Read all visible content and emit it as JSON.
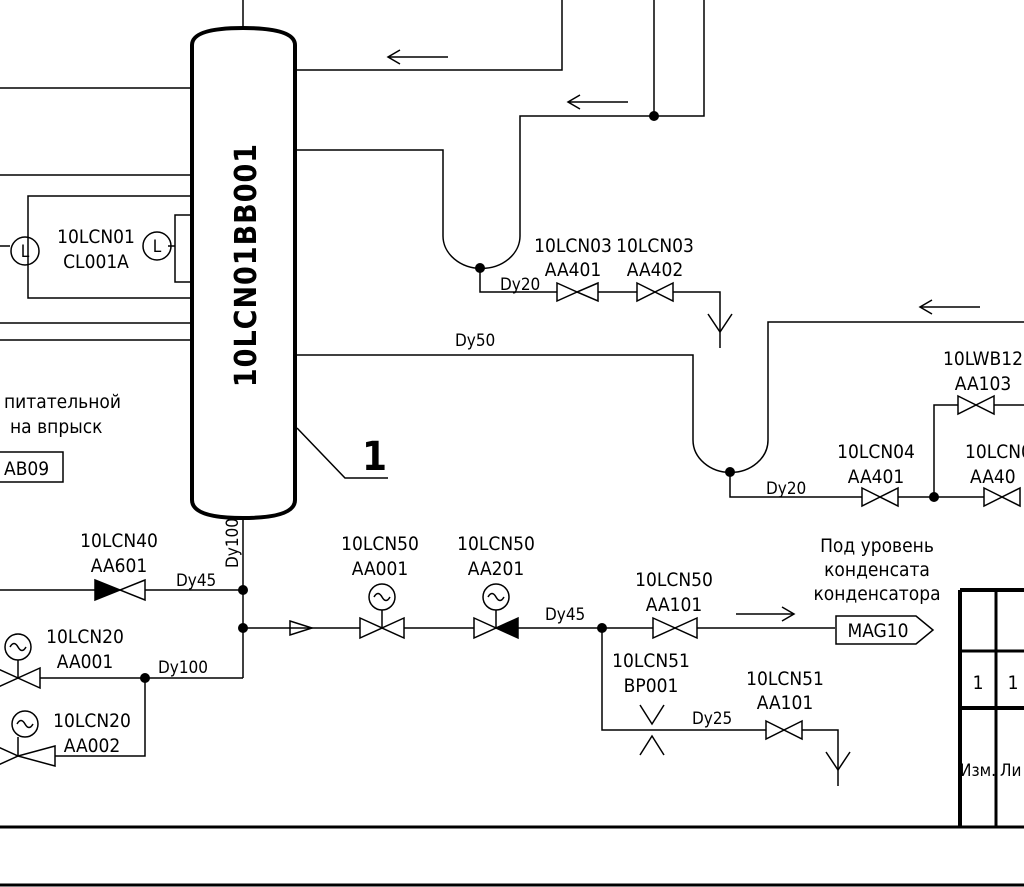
{
  "vessel": {
    "tag": "10LCN01BB001",
    "callout": "1"
  },
  "level_sensor": {
    "line1": "10LCN01",
    "line2": "CL001A"
  },
  "left_notes": {
    "line1": "питательной",
    "line2": "на впрыск",
    "box": "AB09"
  },
  "valves": {
    "lcn03_aa401": {
      "line1": "10LCN03",
      "line2": "AA401"
    },
    "lcn03_aa402": {
      "line1": "10LCN03",
      "line2": "AA402"
    },
    "lwb12_aa103": {
      "line1": "10LWB12",
      "line2": "AA103"
    },
    "lcn04_aa401": {
      "line1": "10LCN04",
      "line2": "AA401"
    },
    "lcn04_partial": {
      "line1": "10LCN0",
      "line2": "AA40"
    },
    "lcn40_aa601": {
      "line1": "10LCN40",
      "line2": "AA601"
    },
    "lcn50_aa001": {
      "line1": "10LCN50",
      "line2": "AA001"
    },
    "lcn50_aa201": {
      "line1": "10LCN50",
      "line2": "AA201"
    },
    "lcn50_aa101": {
      "line1": "10LCN50",
      "line2": "AA101"
    },
    "lcn51_bp001": {
      "line1": "10LCN51",
      "line2": "BP001"
    },
    "lcn51_aa101": {
      "line1": "10LCN51",
      "line2": "AA101"
    },
    "lcn20_aa001": {
      "line1": "10LCN20",
      "line2": "AA001"
    },
    "lcn20_aa002": {
      "line1": "10LCN20",
      "line2": "AA002"
    }
  },
  "pipe_sizes": {
    "dy20_a": "Dy20",
    "dy50": "Dy50",
    "dy20_b": "Dy20",
    "dy45_a": "Dy45",
    "dy100_v": "Dy100",
    "dy45_b": "Dy45",
    "dy100_h": "Dy100",
    "dy25": "Dy25"
  },
  "destination": {
    "line1": "Под уровень",
    "line2": "конденсата",
    "line3": "конденсатора",
    "flag": "MAG10"
  },
  "title_block": {
    "cell1": "1",
    "cell2": "1",
    "h1": "Изм.",
    "h2": "Ли"
  }
}
